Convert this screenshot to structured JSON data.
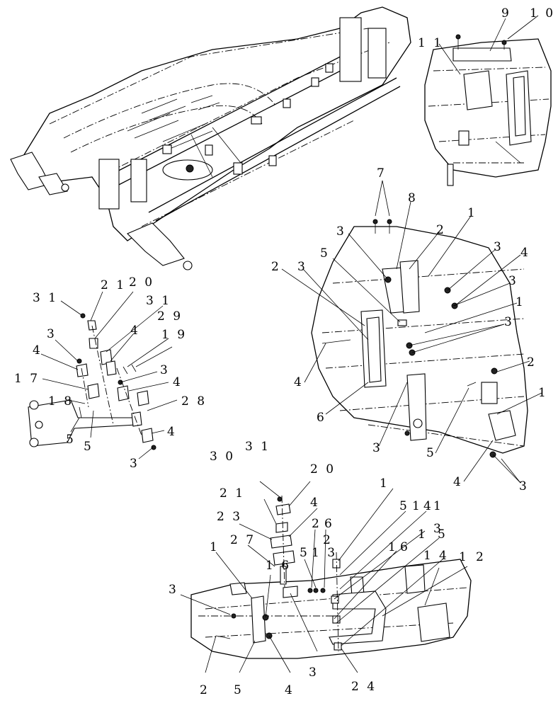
{
  "callouts": {
    "top_right": [
      "9",
      "1 0",
      "1 1"
    ],
    "middle_right": [
      "7",
      "8",
      "1",
      "2",
      "3",
      "3",
      "4",
      "3",
      "1",
      "5",
      "2",
      "3",
      "3",
      "4",
      "6",
      "3",
      "2",
      "1",
      "5",
      "4",
      "3"
    ],
    "left": [
      "2 1",
      "2 0",
      "3 1",
      "3 1",
      "2 9",
      "1 9",
      "4",
      "3",
      "4",
      "3",
      "1 7",
      "4",
      "1 8",
      "2 8",
      "5",
      "5",
      "4",
      "3"
    ],
    "bottom": [
      "3 0",
      "3 1",
      "2 0",
      "2 1",
      "4",
      "2 3",
      "2 7",
      "2",
      "6",
      "2",
      "5",
      "1 3",
      "1",
      "5",
      "1",
      "4",
      "1",
      "3",
      "1",
      "6",
      "1",
      "5",
      "1",
      "4",
      "1",
      "2",
      "1",
      "3",
      "2",
      "5",
      "4",
      "3",
      "2 4",
      "1 6"
    ]
  }
}
